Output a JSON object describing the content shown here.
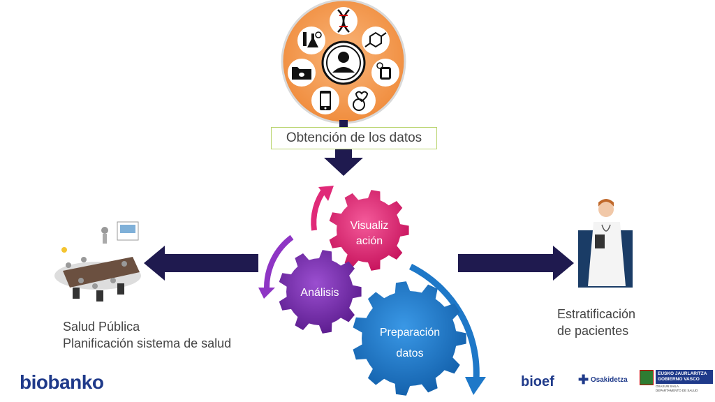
{
  "data_step": {
    "label": "Obtención de los datos"
  },
  "gears": {
    "visualization": "Visualiz\nación",
    "analysis": "Análisis",
    "preparation": "Preparación\ndatos"
  },
  "left_output": {
    "line1": "Salud Pública",
    "line2": "Planificación sistema de salud"
  },
  "right_output": {
    "line1": "Estratificación",
    "line2": "de pacientes"
  },
  "logos": {
    "biobanko": "biobanko",
    "bioef": "bioef",
    "osakidetza": "Osakidetza",
    "gov_line1": "EUSKO JAURLARITZA",
    "gov_line2": "GOBIERNO VASCO",
    "gov_sub1": "OSASUN SAILA",
    "gov_sub2": "DEPARTAMENTO DE SALUD"
  },
  "colors": {
    "navy_arrow": "#1f1a4f",
    "orange_circle": "#f7a25a",
    "gear_pink": "#e02a78",
    "gear_purple": "#7b2bb0",
    "gear_blue": "#1e78c8",
    "brand_blue": "#1f3a8a"
  },
  "icons": [
    "dna-icon",
    "lab-flask-icon",
    "molecule-icon",
    "folder-icon",
    "user-icon",
    "smartwatch-icon",
    "phone-activity-icon",
    "heart-clock-icon"
  ]
}
